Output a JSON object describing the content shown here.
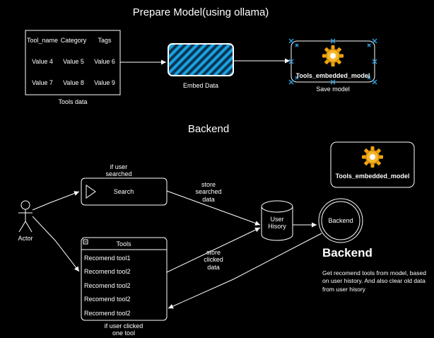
{
  "titles": {
    "prepare": "Prepare Model(using ollama)",
    "backend": "Backend"
  },
  "tools_table": {
    "headers": [
      "Tool_name",
      "Category",
      "Tags"
    ],
    "rows": [
      [
        "Value 4",
        "Value 5",
        "Value 6"
      ],
      [
        "Value 7",
        "Value 8",
        "Value 9"
      ]
    ],
    "caption": "Tools data"
  },
  "embed": {
    "caption": "Embed Data"
  },
  "model_saved": {
    "name": "Tools_embedded_model",
    "caption": "Save model"
  },
  "model_backend": {
    "name": "Tools_embedded_model"
  },
  "actor": {
    "label": "Actor"
  },
  "search": {
    "label": "Search",
    "edge_label": "if user searched"
  },
  "tools_list": {
    "title": "Tools",
    "items": [
      "Recomend tool1",
      "Recomend tool2",
      "Recomend tool2",
      "Recomend tool2",
      "Recomend tool2"
    ],
    "edge_label": "if user clicked one tool"
  },
  "user_history": {
    "label": "User Hisory"
  },
  "store_searched": {
    "label": "store searched data"
  },
  "store_clicked": {
    "label": "store clicked data"
  },
  "backend_node": {
    "label": "Backend"
  },
  "backend_heading": {
    "title": "Backend",
    "description": "Get recomend tools from model, based on user history. And also clear old data from user hisory"
  },
  "colors": {
    "background": "#000000",
    "stroke": "#ffffff",
    "hatch": "#1ba1e2",
    "gear": "#f0a30a",
    "selection": "#2d9cdb"
  }
}
